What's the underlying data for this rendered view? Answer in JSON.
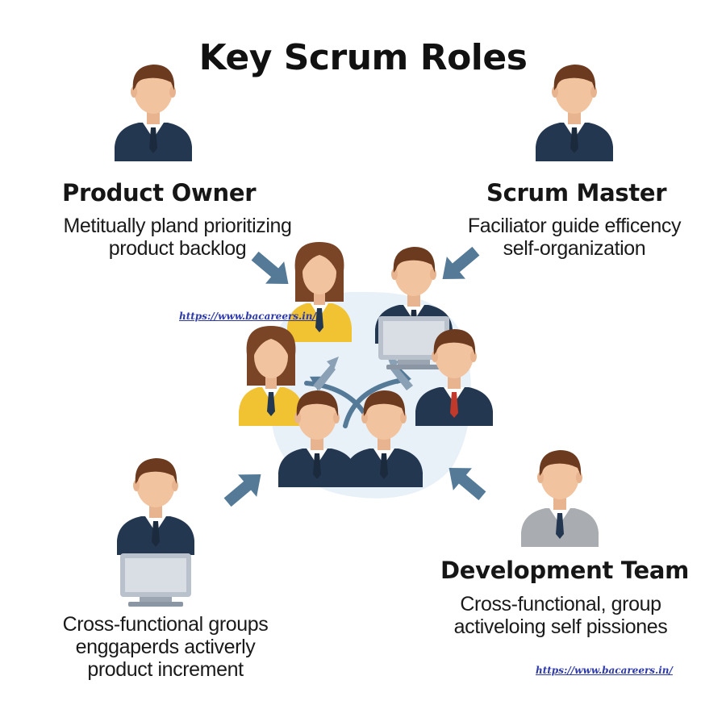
{
  "title": "Key Scrum Roles",
  "roles": {
    "product_owner": {
      "title": "Product Owner",
      "desc_lines": [
        "Metitually pland prioritizing",
        "product backlog"
      ]
    },
    "scrum_master": {
      "title": "Scrum Master",
      "desc_lines": [
        "Faciliator guide efficency",
        "self-organization"
      ]
    },
    "team_member": {
      "desc_lines": [
        "Cross-functional groups",
        "enggaperds activerly",
        "product increment"
      ]
    },
    "development_team": {
      "title": "Development Team",
      "desc_lines": [
        "Cross-functional, group",
        "activeloing self pissiones"
      ]
    }
  },
  "watermarks": [
    "https://www.bacareers.in/",
    "https://www.bacareers.in/"
  ],
  "colors": {
    "navy_suit": "#243750",
    "skin": "#f2c39f",
    "hair_brown": "#6b3a1f",
    "yellow_jacket": "#f1c232",
    "arrow": "#557a97",
    "hub_bg": "#e8f0f8",
    "red_tie": "#c0392b",
    "gray_suit": "#a9adb2"
  },
  "icons": [
    "person-icon",
    "laptop-icon",
    "arrow-icon",
    "cycle-arrows-icon"
  ]
}
